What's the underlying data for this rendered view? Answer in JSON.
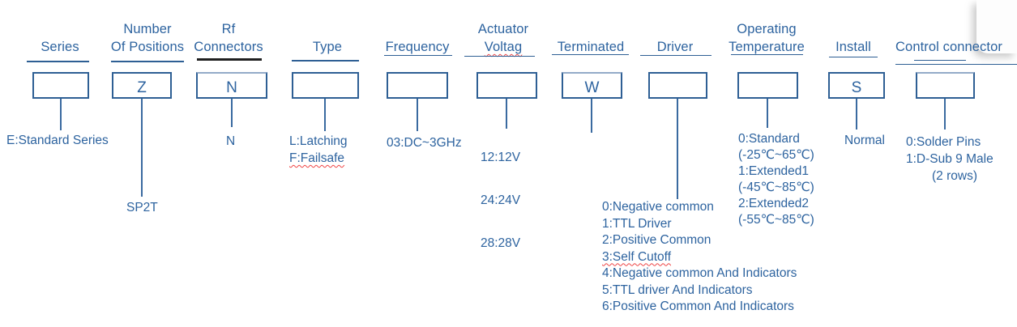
{
  "colors": {
    "text_blue": "#2d639f",
    "line_blue": "#2e5f94",
    "rf_underline_black": "#1f1f1f",
    "spellcheck_red": "#ef4444"
  },
  "columns": [
    {
      "id": "series",
      "header_lines": [
        "Series"
      ],
      "box_value": "",
      "notes": [
        "E:Standard Series"
      ]
    },
    {
      "id": "number-of-positions",
      "header_lines": [
        "Number",
        "Of Positions"
      ],
      "box_value": "Z",
      "notes": [
        "SP2T"
      ]
    },
    {
      "id": "rf-connectors",
      "header_lines": [
        "Rf",
        "Connectors"
      ],
      "box_value": "N",
      "notes": [
        "N"
      ]
    },
    {
      "id": "type",
      "header_lines": [
        "Type"
      ],
      "box_value": "",
      "notes": [
        "L:Latching",
        "F:Failsafe"
      ]
    },
    {
      "id": "frequency",
      "header_lines": [
        "Frequency"
      ],
      "box_value": "",
      "notes": [
        "03:DC~3GHz"
      ]
    },
    {
      "id": "actuator-voltage",
      "header_lines": [
        "Actuator",
        "Voltag"
      ],
      "box_value": "",
      "notes": [
        "12:12V",
        "24:24V",
        "28:28V"
      ]
    },
    {
      "id": "terminated",
      "header_lines": [
        "Terminated"
      ],
      "box_value": "W",
      "notes": []
    },
    {
      "id": "driver",
      "header_lines": [
        "Driver"
      ],
      "box_value": "",
      "notes": [
        "0:Negative common",
        "1:TTL Driver",
        "2:Positive Common",
        "3:Self Cutoff",
        "4:Negative common And Indicators",
        "5:TTL driver And Indicators",
        "6:Positive Common And Indicators"
      ]
    },
    {
      "id": "operating-temperature",
      "header_lines": [
        "Operating",
        "Temperature"
      ],
      "box_value": "",
      "notes": [
        "0:Standard",
        "(-25℃~65℃)",
        "1:Extended1",
        "(-45℃~85℃)",
        "2:Extended2",
        "(-55℃~85℃)"
      ]
    },
    {
      "id": "install",
      "header_lines": [
        "Install"
      ],
      "box_value": "S",
      "notes": [
        "Normal"
      ]
    },
    {
      "id": "control-connector",
      "header_lines": [
        "Control connector"
      ],
      "box_value": "",
      "notes": [
        "0:Solder Pins",
        "1:D-Sub 9 Male",
        "(2 rows)"
      ]
    }
  ]
}
